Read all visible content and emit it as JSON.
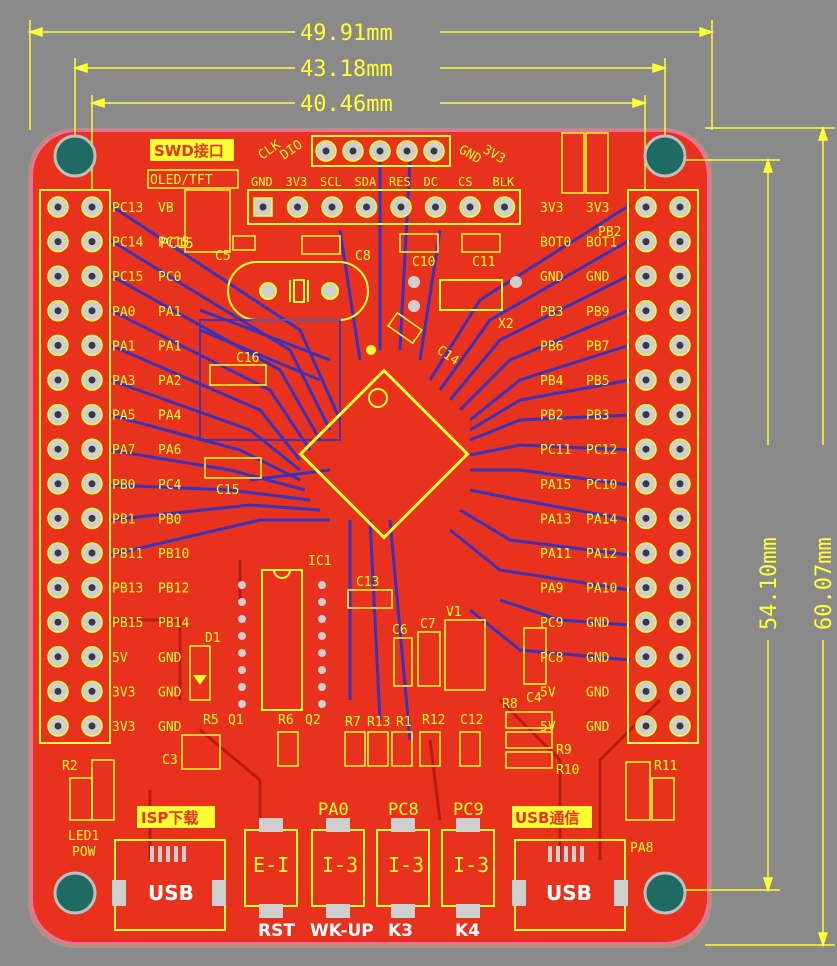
{
  "dimensions": {
    "width_total": "49.91mm",
    "width_mid": "43.18mm",
    "width_inner": "40.46mm",
    "height_inner": "54.10mm",
    "height_total": "60.07mm"
  },
  "top_labels": {
    "swd": "SWD接口",
    "oled": "OLED/TFT",
    "clk": "CLK",
    "dio": "DIO",
    "gnd": "GND",
    "v33": "3V3",
    "x2": "X2",
    "ic1": "IC1",
    "v1": "V1",
    "d1": "D1",
    "pb2": "PB2",
    "pc15": "PC15"
  },
  "oled_pins": [
    "GND",
    "3V3",
    "SCL",
    "SDA",
    "RES",
    "DC",
    "CS",
    "BLK"
  ],
  "left_header": [
    {
      "a": "PC13",
      "b": "VB"
    },
    {
      "a": "PC14",
      "b": "PC15"
    },
    {
      "a": "PC15",
      "b": "PC0"
    },
    {
      "a": "PA0",
      "b": "PA1"
    },
    {
      "a": "PA1",
      "b": "PA1"
    },
    {
      "a": "PA3",
      "b": "PA2"
    },
    {
      "a": "PA5",
      "b": "PA4"
    },
    {
      "a": "PA7",
      "b": "PA6"
    },
    {
      "a": "PB0",
      "b": "PC4"
    },
    {
      "a": "PB1",
      "b": "PB0"
    },
    {
      "a": "PB11",
      "b": "PB10"
    },
    {
      "a": "PB13",
      "b": "PB12"
    },
    {
      "a": "PB15",
      "b": "PB14"
    },
    {
      "a": "5V",
      "b": "GND"
    },
    {
      "a": "3V3",
      "b": "GND"
    },
    {
      "a": "3V3",
      "b": "GND"
    }
  ],
  "right_header": [
    {
      "a": "3V3",
      "b": "3V3"
    },
    {
      "a": "BOT0",
      "b": "BOT1"
    },
    {
      "a": "GND",
      "b": "GND"
    },
    {
      "a": "PB3",
      "b": "PB9"
    },
    {
      "a": "PB6",
      "b": "PB7"
    },
    {
      "a": "PB4",
      "b": "PB5"
    },
    {
      "a": "PB2",
      "b": "PB3"
    },
    {
      "a": "PC11",
      "b": "PC12"
    },
    {
      "a": "PA15",
      "b": "PC10"
    },
    {
      "a": "PA13",
      "b": "PA14"
    },
    {
      "a": "PA11",
      "b": "PA12"
    },
    {
      "a": "PA9",
      "b": "PA10"
    },
    {
      "a": "PC9",
      "b": "GND"
    },
    {
      "a": "PC8",
      "b": "GND"
    },
    {
      "a": "5V",
      "b": "GND"
    },
    {
      "a": "5V",
      "b": "GND"
    }
  ],
  "parts": {
    "c3": "C3",
    "c4": "C4",
    "c5": "C5",
    "c6": "C6",
    "c7": "C7",
    "c8": "C8",
    "c10": "C10",
    "c11": "C11",
    "c12": "C12",
    "c13": "C13",
    "c14": "C14",
    "c15": "C15",
    "c16": "C16",
    "r1": "R1",
    "r2": "R2",
    "r5": "R5",
    "r6": "R6",
    "r7": "R7",
    "r8": "R8",
    "r9": "R9",
    "r10": "R10",
    "r11": "R11",
    "r12": "R12",
    "r13": "R13",
    "q1": "Q1",
    "q2": "Q2"
  },
  "bottom": {
    "isp": "ISP下载",
    "usb_comm": "USB通信",
    "led1": "LED1",
    "pow": "POW",
    "usb_left": "USB",
    "usb_right": "USB",
    "pa0": "PA0",
    "pc8": "PC8",
    "pc9": "PC9",
    "pa8": "PA8",
    "rst": "RST",
    "wkup": "WK-UP",
    "k3": "K3",
    "k4": "K4",
    "button_glyph": "I-3",
    "button_glyph_rst": "E-I"
  },
  "colors": {
    "background": "#8a8a8a",
    "board": "#e8321e",
    "silkscreen": "#ffff33",
    "bottom_trace": "#2a32c8",
    "pad": "#cfcfcf",
    "mount_hole": "#1f6a62"
  }
}
